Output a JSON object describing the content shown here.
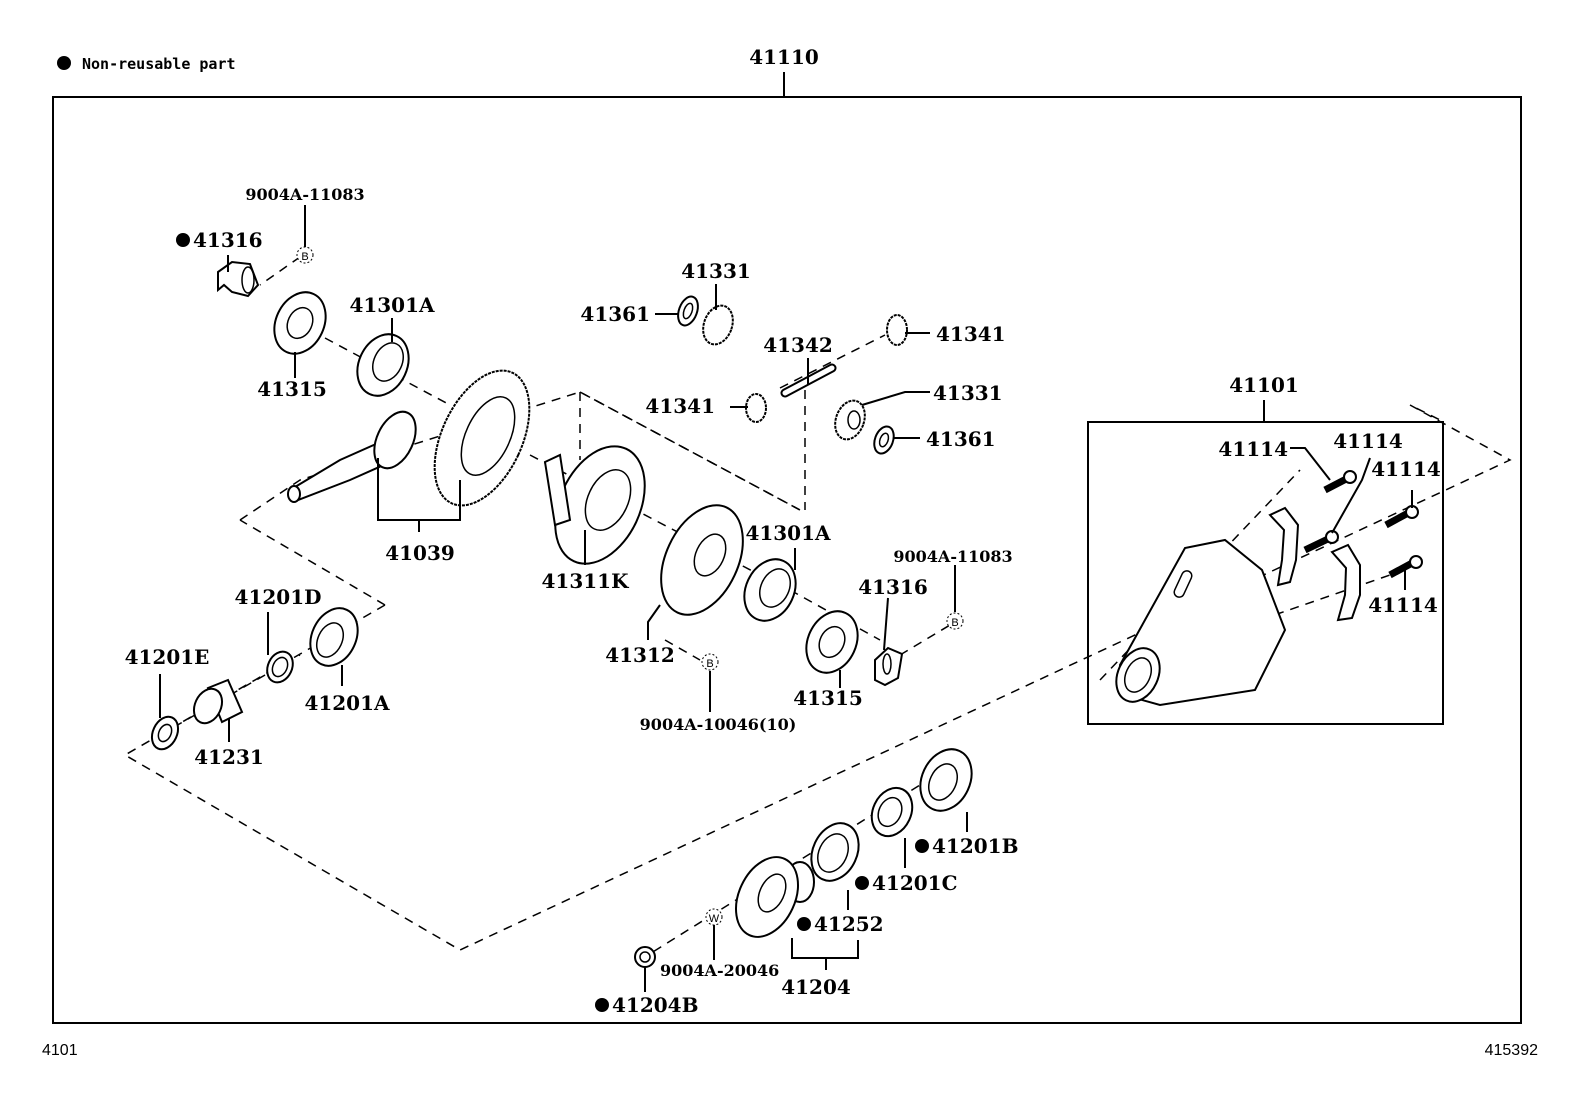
{
  "legend": {
    "symbol": "●",
    "text": "Non-reusable part"
  },
  "assembly": {
    "number": "41110"
  },
  "sub_assembly": {
    "number": "41101"
  },
  "footer": {
    "left_code": "4101",
    "right_code": "415392"
  },
  "labels": {
    "l_9004A_11083_top": "9004A-11083",
    "l_41316_top": "41316",
    "l_41301A_top": "41301A",
    "l_41315_top": "41315",
    "l_41039": "41039",
    "l_41331_top": "41331",
    "l_41361_top": "41361",
    "l_41342": "41342",
    "l_41341_right": "41341",
    "l_41341_left": "41341",
    "l_41331_right": "41331",
    "l_41361_right": "41361",
    "l_41311K": "41311K",
    "l_41301A_mid": "41301A",
    "l_41312": "41312",
    "l_9004A_11083_mid": "9004A-11083",
    "l_41316_mid": "41316",
    "l_41315_mid": "41315",
    "l_9004A_10046": "9004A-10046(10)",
    "l_41201D": "41201D",
    "l_41201E": "41201E",
    "l_41201A": "41201A",
    "l_41231": "41231",
    "l_41114_a": "41114",
    "l_41114_b": "41114",
    "l_41114_c": "41114",
    "l_41114_d": "41114",
    "l_41201B": "41201B",
    "l_41201C": "41201C",
    "l_41252": "41252",
    "l_41204": "41204",
    "l_9004A_20046": "9004A-20046",
    "l_41204B": "41204B"
  },
  "markers": {
    "bolt_marker": "B",
    "washer_marker": "W"
  },
  "non_reusable_parts": [
    "41316",
    "41201B",
    "41201C",
    "41252",
    "41204B"
  ]
}
